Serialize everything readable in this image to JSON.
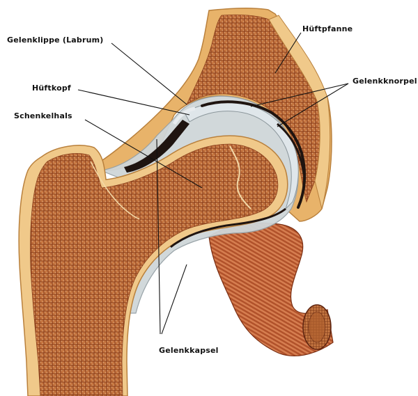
{
  "labels": {
    "labrum": "Gelenklippe (Labrum)",
    "hueftpfanne": "Hüftpfanne",
    "gelenkknorpel": "Gelenkknorpel",
    "hueftkopf": "Hüftkopf",
    "schenkelhals": "Schenkelhals",
    "gelenkkapsel": "Gelenkkapsel"
  },
  "colors": {
    "bone_outer": "#e8b36a",
    "bone_cortex": "#f0c98a",
    "spongy": "#c4733e",
    "spongy_dark": "#8a3f1c",
    "cartilage": "#dfe6ea",
    "capsule": "#cfd6d9",
    "muscle": "#c8663a",
    "joint_dark": "#1f1410",
    "leader": "#111111"
  }
}
